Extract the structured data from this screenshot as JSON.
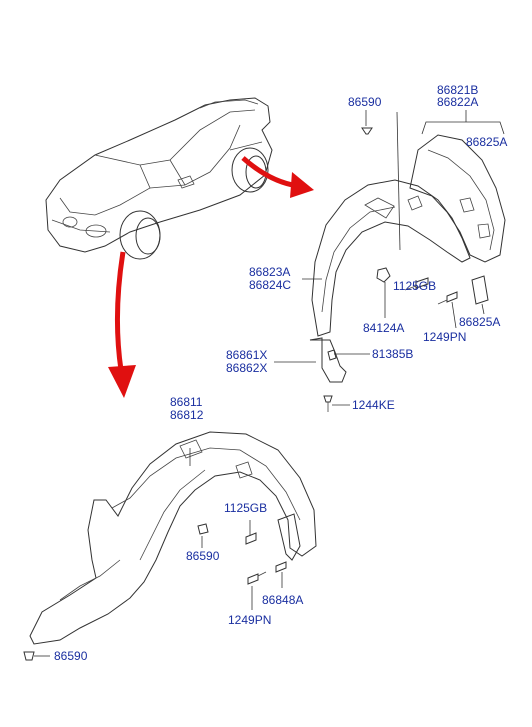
{
  "diagram": {
    "labels": {
      "rear_clip_top": "86590",
      "rear_liner_a": "86821B",
      "rear_liner_b": "86822A",
      "rear_bracket_top": "86825A",
      "rear_liner_main_a": "86823A",
      "rear_liner_main_b": "86824C",
      "rear_screw": "1125GB",
      "rear_nut": "84124A",
      "rear_screw2": "1249PN",
      "rear_bracket_low": "86825A",
      "mudguard_a": "86861X",
      "mudguard_b": "86862X",
      "mudguard_nut": "81385B",
      "mudguard_screw": "1244KE",
      "front_liner_a": "86811",
      "front_liner_b": "86812",
      "front_screw": "1125GB",
      "front_clip_mid": "86590",
      "front_bracket": "86848A",
      "front_screw2": "1249PN",
      "front_clip_bottom": "86590"
    },
    "colors": {
      "label": "#1a2fa0",
      "arrow": "#e01010",
      "line": "#333333"
    }
  }
}
